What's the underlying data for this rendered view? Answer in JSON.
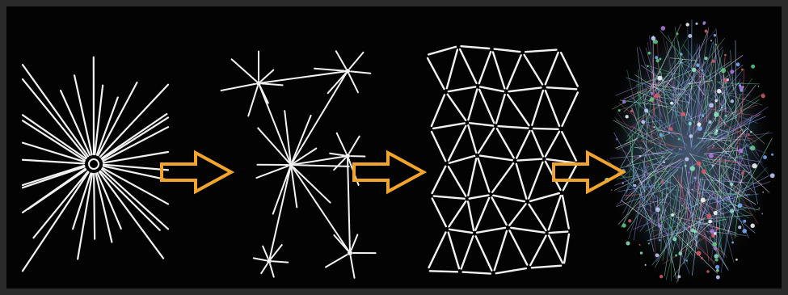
{
  "diagram": {
    "stages": [
      {
        "name": "centralized-star"
      },
      {
        "name": "decentralized-hubs"
      },
      {
        "name": "distributed-mesh"
      },
      {
        "name": "complex-network-cloud"
      }
    ],
    "arrows": [
      {
        "name": "arrow-1"
      },
      {
        "name": "arrow-2"
      },
      {
        "name": "arrow-3"
      }
    ],
    "colors": {
      "background": "#030303",
      "frame": "#2a2a2a",
      "lines": "#f2f2f2",
      "arrow_outline": "#f2a52a",
      "cloud_palette": [
        "#7fb0ff",
        "#5fd08a",
        "#e05a6a",
        "#c9d4ff",
        "#8fe8c8",
        "#b07be8",
        "#ffffff"
      ]
    }
  }
}
